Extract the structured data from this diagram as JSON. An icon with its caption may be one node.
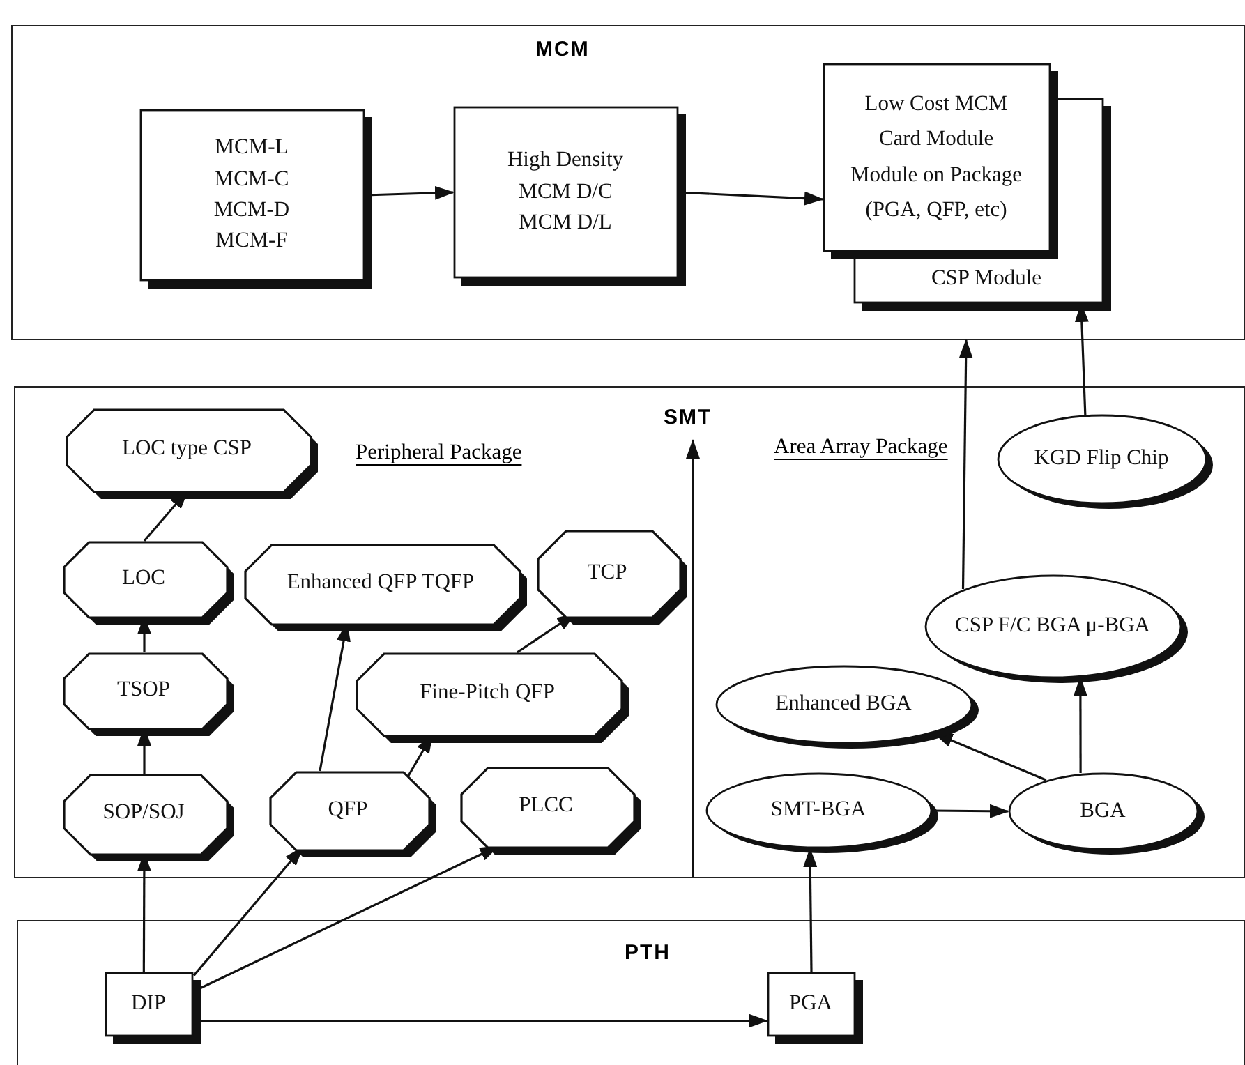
{
  "diagram": {
    "nodes": [
      {
        "text": [
          "MCM"
        ]
      },
      {
        "text": [
          "MCM-L",
          "MCM-C",
          "MCM-D",
          "MCM-F"
        ],
        "in": 0
      },
      {
        "text": [
          "High Density",
          "MCM D/C",
          "MCM D/L"
        ],
        "in": 0
      },
      {
        "text": [
          "CSP Module"
        ],
        "in": 0
      },
      {
        "text": [
          "Low Cost MCM",
          "Card Module",
          "Module on Package",
          "(PGA, QFP, etc)"
        ],
        "in": 0
      },
      {
        "text": [
          "SMT"
        ]
      },
      {
        "text": [
          "LOC type CSP"
        ],
        "in": 5
      },
      {
        "text": [
          "LOC"
        ],
        "in": 5
      },
      {
        "text": [
          "Enhanced QFP TQFP"
        ],
        "in": 5
      },
      {
        "text": [
          "TCP"
        ],
        "in": 5
      },
      {
        "text": [
          "TSOP"
        ],
        "in": 5
      },
      {
        "text": [
          "Fine-Pitch QFP"
        ],
        "in": 5
      },
      {
        "text": [
          "SOP/SOJ"
        ],
        "in": 5
      },
      {
        "text": [
          "QFP"
        ],
        "in": 5
      },
      {
        "text": [
          "PLCC"
        ],
        "in": 5
      },
      {
        "text": [
          "KGD Flip Chip"
        ],
        "in": 5
      },
      {
        "text": [
          "CSP F/C BGA μ-BGA"
        ],
        "in": 5
      },
      {
        "text": [
          "Enhanced BGA"
        ],
        "in": 5
      },
      {
        "text": [
          "SMT-BGA"
        ],
        "in": 5
      },
      {
        "text": [
          "BGA"
        ],
        "in": 5
      },
      {
        "text": [
          "PTH"
        ]
      },
      {
        "text": [
          "DIP"
        ],
        "in": 20
      },
      {
        "text": [
          "PGA"
        ],
        "in": 20
      }
    ],
    "edges": [
      {
        "from": 1,
        "to": 2,
        "arrow": "to"
      },
      {
        "from": 2,
        "to": 4,
        "arrow": "to"
      },
      {
        "from": 16,
        "to": 0,
        "arrow": "to"
      },
      {
        "from": 15,
        "to": 3,
        "arrow": "to"
      },
      {
        "from": 7,
        "to": 6,
        "arrow": "to"
      },
      {
        "from": 10,
        "to": 7,
        "arrow": "to"
      },
      {
        "from": 12,
        "to": 10,
        "arrow": "to"
      },
      {
        "from": 13,
        "to": 8,
        "arrow": "to"
      },
      {
        "from": 13,
        "to": 11,
        "arrow": "to"
      },
      {
        "from": 11,
        "to": 9,
        "arrow": "to"
      },
      {
        "from": 18,
        "to": 19,
        "arrow": "to"
      },
      {
        "from": 19,
        "to": 17,
        "arrow": "to"
      },
      {
        "from": 19,
        "to": 16,
        "arrow": "to"
      },
      {
        "from": 21,
        "to": 12,
        "arrow": "to"
      },
      {
        "from": 21,
        "to": 13,
        "arrow": "to"
      },
      {
        "from": 21,
        "to": 14,
        "arrow": "to"
      },
      {
        "from": 21,
        "to": 22,
        "arrow": "to"
      },
      {
        "from": 22,
        "to": 18,
        "arrow": "to"
      }
    ],
    "labels": [
      "Peripheral Package",
      "Area Array Package"
    ]
  }
}
